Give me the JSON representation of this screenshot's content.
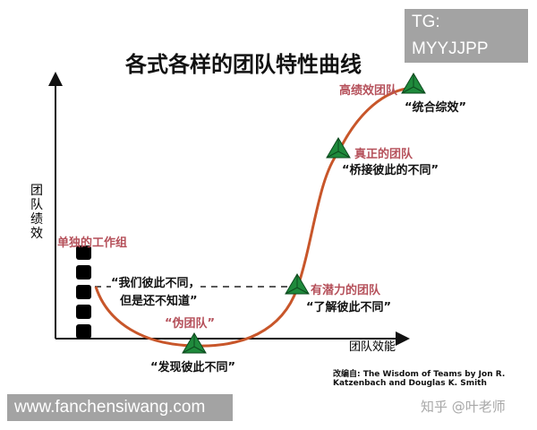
{
  "title": "各式各样的团队特性曲线",
  "axes": {
    "y_label": "团队绩效",
    "x_label": "团队效能"
  },
  "stages": [
    {
      "name": "单独的工作组",
      "quote": [
        "“我们彼此不同，",
        "但是还不知道”"
      ]
    },
    {
      "name": "“伪团队”",
      "quote": [
        "“发现彼此不同”"
      ]
    },
    {
      "name": "有潜力的团队",
      "quote": [
        "“了解彼此不同”"
      ]
    },
    {
      "name": "真正的团队",
      "quote": [
        "“桥接彼此的不同”"
      ]
    },
    {
      "name": "高绩效团队",
      "quote": [
        "“统合综效”"
      ]
    }
  ],
  "credit": [
    "改编自: The Wisdom of Teams by Jon R.",
    "Katzenbach and Douglas K. Smith"
  ],
  "watermarks": {
    "top": "TG: MYYJJPP",
    "bottom": "www.fanchensiwang.com",
    "zhihu": "知乎 @叶老师"
  },
  "colors": {
    "curve": "#c8562a",
    "stage_label": "#b5505a",
    "marker": "#1f8a3c",
    "watermark_bg": "#a3a3a3"
  }
}
